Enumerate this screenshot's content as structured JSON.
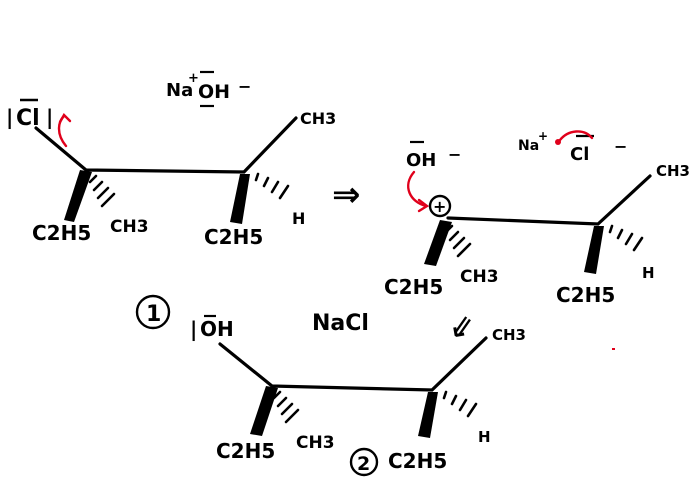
{
  "scheme": {
    "reagent": {
      "cation": "Na",
      "cation_charge": "+",
      "anion": "OH",
      "anion_charge": "−"
    },
    "step_arrow": "⇒",
    "molecule_1": {
      "leaving_group": "Cl",
      "substituents": {
        "methyl": "CH3",
        "ethyl": "C2H5",
        "hydrogen": "H"
      }
    },
    "transition": {
      "nucleophile": "OH",
      "nucleophile_charge": "−",
      "carbocation_charge": "+",
      "salt_cation": "Na",
      "salt_cation_charge": "+",
      "chloride": "Cl",
      "chloride_charge": "−",
      "substituents": {
        "methyl": "CH3",
        "ethyl": "C2H5",
        "hydrogen": "H"
      }
    },
    "down_arrow": "⇓",
    "byproduct": "NaCl",
    "product": {
      "group": "OH",
      "substituents": {
        "methyl": "CH3",
        "ethyl": "C2H5",
        "hydrogen": "H"
      }
    },
    "label_1": "1",
    "label_2": "2"
  }
}
